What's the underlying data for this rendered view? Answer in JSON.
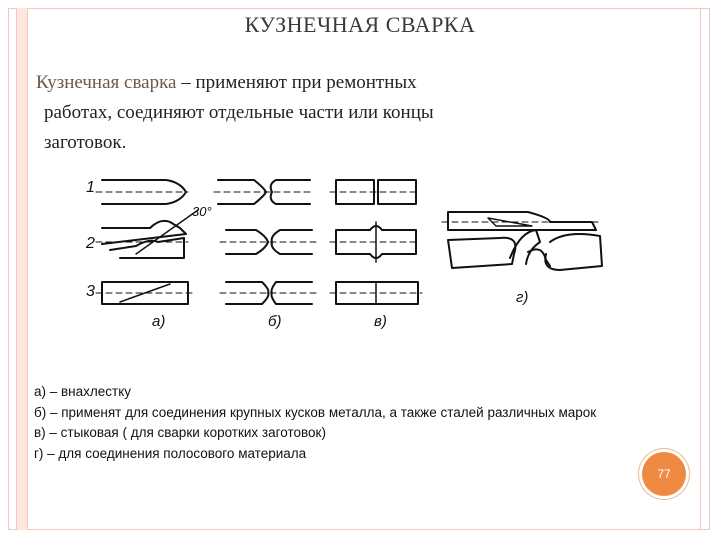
{
  "slide": {
    "title": "КУЗНЕЧНАЯ СВАРКА",
    "intro": {
      "term": "Кузнечная сварка",
      "rest_line1": " – применяют при ремонтных",
      "line2": "работах, соединяют отдельные части или концы",
      "line3": "заготовок."
    },
    "figure": {
      "row_labels": [
        "1",
        "2",
        "3"
      ],
      "angle_label": "30°",
      "column_labels": [
        "а)",
        "б)",
        "в)",
        "г)"
      ]
    },
    "legend": [
      "а) – внахлестку",
      "б) – применят для соединения крупных кусков металла, а также  сталей различных марок",
      "в) – стыковая ( для сварки коротких заготовок)",
      "г) – для соединения полосового материала"
    ],
    "page_number": "77",
    "colors": {
      "accent": "#f08a43",
      "frame": "#f2c9bb",
      "sidebar": "#fde7df"
    }
  }
}
